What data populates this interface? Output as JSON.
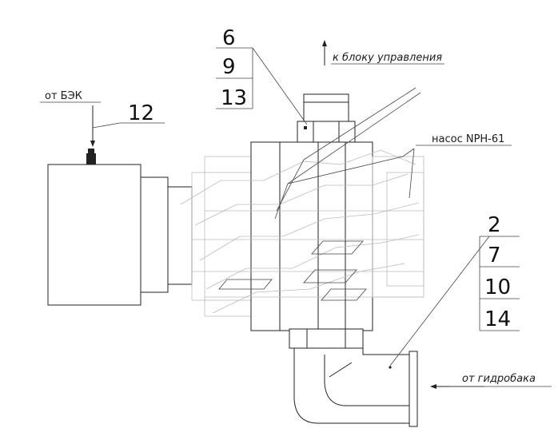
{
  "labels": {
    "to_control_block": "к блоку управления",
    "from_bek": "от БЭК",
    "pump": "насос NPH-61",
    "from_tank": "от гидробака"
  },
  "callouts": {
    "top": [
      "6",
      "9",
      "13"
    ],
    "left": "12",
    "right": [
      "2",
      "7",
      "10",
      "14"
    ]
  }
}
